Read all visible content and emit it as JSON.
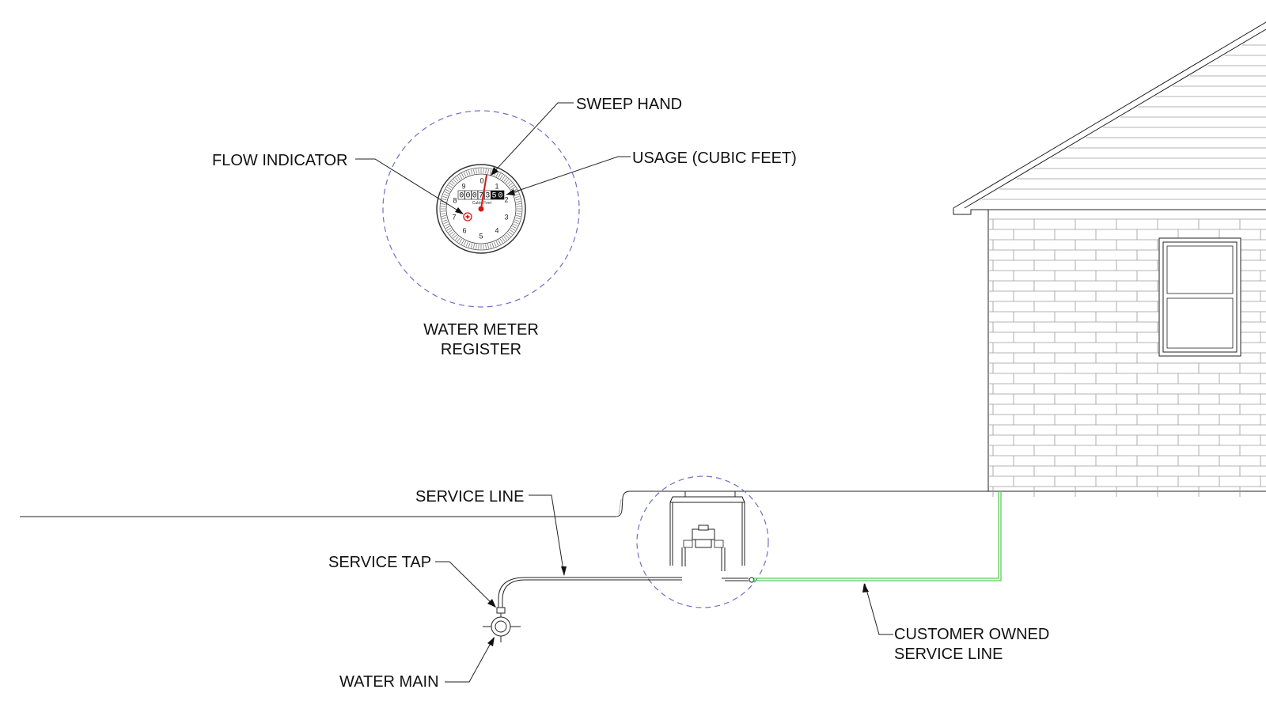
{
  "labels": {
    "sweep_hand": "SWEEP HAND",
    "flow_indicator": "FLOW INDICATOR",
    "usage": "USAGE (CUBIC FEET)",
    "register_line1": "WATER METER",
    "register_line2": "REGISTER",
    "service_line": "SERVICE LINE",
    "service_tap": "SERVICE TAP",
    "water_main": "WATER MAIN",
    "customer_line1": "CUSTOMER OWNED",
    "customer_line2": "SERVICE LINE"
  },
  "dial": {
    "numbers": [
      "0",
      "1",
      "2",
      "3",
      "4",
      "5",
      "6",
      "7",
      "8",
      "9"
    ],
    "odometer_digits": [
      "0",
      "0",
      "0",
      "7",
      "3",
      "5",
      "0"
    ],
    "unit_text": "Cubic Feet"
  },
  "colors": {
    "line": "#222222",
    "dashed_circle": "#6f6fc8",
    "indicator": "#d11a1a",
    "customer_line": "#5ccc5c"
  }
}
